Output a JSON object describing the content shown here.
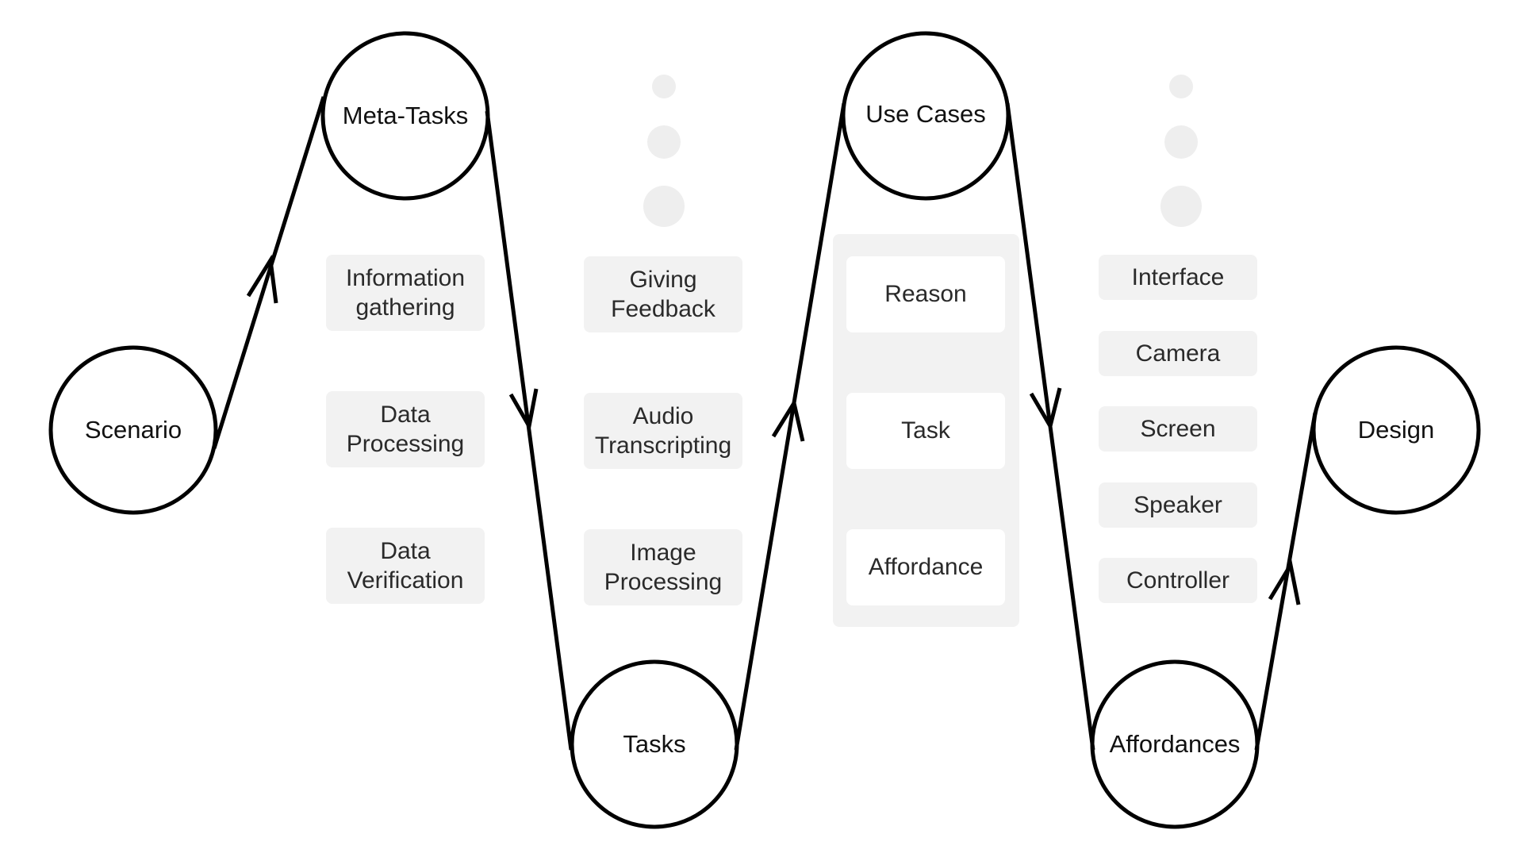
{
  "nodes": {
    "scenario": "Scenario",
    "meta_tasks": "Meta-Tasks",
    "tasks": "Tasks",
    "use_cases": "Use Cases",
    "affordances": "Affordances",
    "design": "Design"
  },
  "meta_task_items": [
    "Information\ngathering",
    "Data\nProcessing",
    "Data\nVerification"
  ],
  "task_items": [
    "Giving\nFeedback",
    "Audio\nTranscripting",
    "Image\nProcessing"
  ],
  "use_case_items": [
    "Reason",
    "Task",
    "Affordance"
  ],
  "affordance_items": [
    "Interface",
    "Camera",
    "Screen",
    "Speaker",
    "Controller"
  ],
  "colors": {
    "stroke": "#000000",
    "chip_fill": "#f2f2f2",
    "card_fill": "#ffffff",
    "dot_fill": "#eeeeee"
  }
}
